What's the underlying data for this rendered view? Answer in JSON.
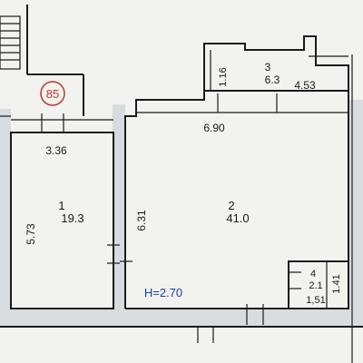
{
  "plan": {
    "building_marker": "85",
    "height_label": "H=2.70",
    "colors": {
      "wall": "#1a1a1a",
      "marker": "#c0392b",
      "height": "#1f3fa6",
      "paper": "#f2f2ef"
    },
    "rooms": [
      {
        "number": "1",
        "area": "19.3"
      },
      {
        "number": "2",
        "area": "41.0"
      },
      {
        "number": "3",
        "area": "6.3"
      },
      {
        "number": "4",
        "area": "2.1"
      }
    ],
    "dimensions": {
      "room1_width": "3.36",
      "room1_depth": "5.73",
      "room2_width": "6.90",
      "room2_depth": "6.31",
      "room3_depth": "1.16",
      "room3_width": "4.53",
      "room4_depth": "1.41",
      "room4_width": "1,51"
    }
  }
}
